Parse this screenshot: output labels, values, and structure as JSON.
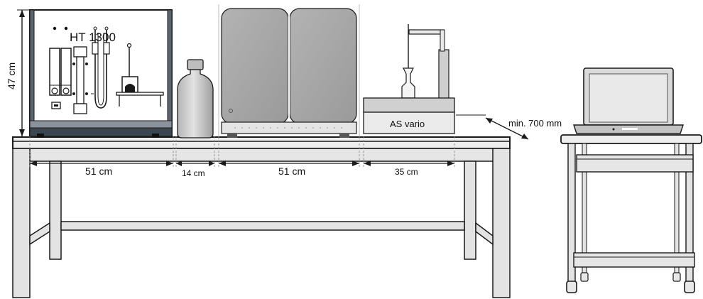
{
  "labels": {
    "device_name": "HT 1300",
    "height_dim": "47 cm",
    "width_ht": "51 cm",
    "width_bottle": "14 cm",
    "width_analyzer": "51 cm",
    "width_sampler": "35 cm",
    "sampler_name": "AS vario",
    "depth_dim": "min. 700 mm"
  },
  "colors": {
    "outline": "#1a1a1a",
    "frame_fill": "#e6e6e6",
    "analyzer_fill": "#a6a6a6",
    "device_base": "#3c4650",
    "bottle_fill": "#c9c9c9",
    "background": "#ffffff"
  }
}
